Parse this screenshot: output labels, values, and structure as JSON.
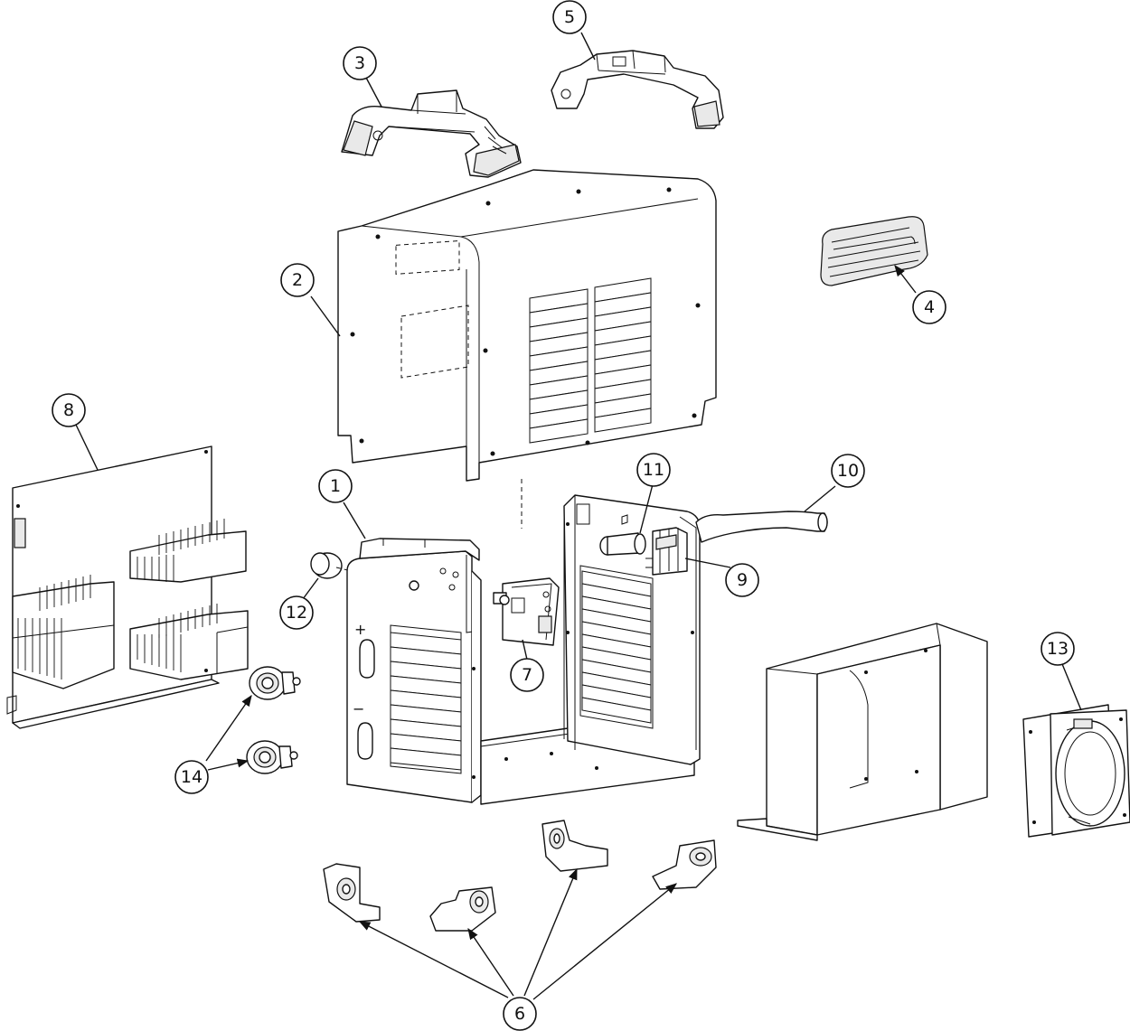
{
  "diagram": {
    "type": "exploded-parts-view",
    "callouts": [
      {
        "id": "1",
        "label": "1"
      },
      {
        "id": "2",
        "label": "2"
      },
      {
        "id": "3",
        "label": "3"
      },
      {
        "id": "4",
        "label": "4"
      },
      {
        "id": "5",
        "label": "5"
      },
      {
        "id": "6",
        "label": "6"
      },
      {
        "id": "7",
        "label": "7"
      },
      {
        "id": "8",
        "label": "8"
      },
      {
        "id": "9",
        "label": "9"
      },
      {
        "id": "10",
        "label": "10"
      },
      {
        "id": "11",
        "label": "11"
      },
      {
        "id": "12",
        "label": "12"
      },
      {
        "id": "13",
        "label": "13"
      },
      {
        "id": "14",
        "label": "14"
      }
    ],
    "panel_symbols": {
      "plus": "+",
      "minus": "−"
    }
  }
}
